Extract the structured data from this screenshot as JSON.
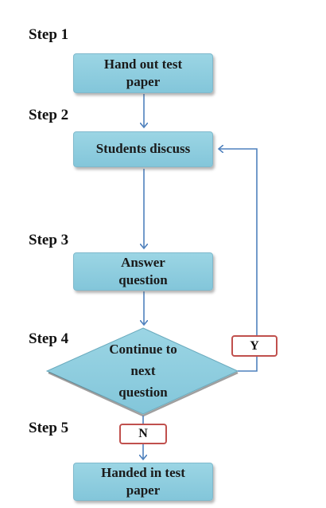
{
  "steps": {
    "step1": "Step 1",
    "step2": "Step 2",
    "step3": "Step 3",
    "step4": "Step 4",
    "step5": "Step 5"
  },
  "nodes": {
    "hand_out_line1": "Hand out test",
    "hand_out_line2": "paper",
    "students_discuss": "Students discuss",
    "answer_line1": "Answer",
    "answer_line2": "question",
    "decision_line1": "Continue to",
    "decision_line2": "next",
    "decision_line3": "question",
    "handed_in_line1": "Handed in test",
    "handed_in_line2": "paper"
  },
  "branches": {
    "yes": "Y",
    "no": "N"
  },
  "colors": {
    "box_fill": "#8ecfe0",
    "connector": "#4f81bd",
    "branch_border": "#c0504d"
  }
}
